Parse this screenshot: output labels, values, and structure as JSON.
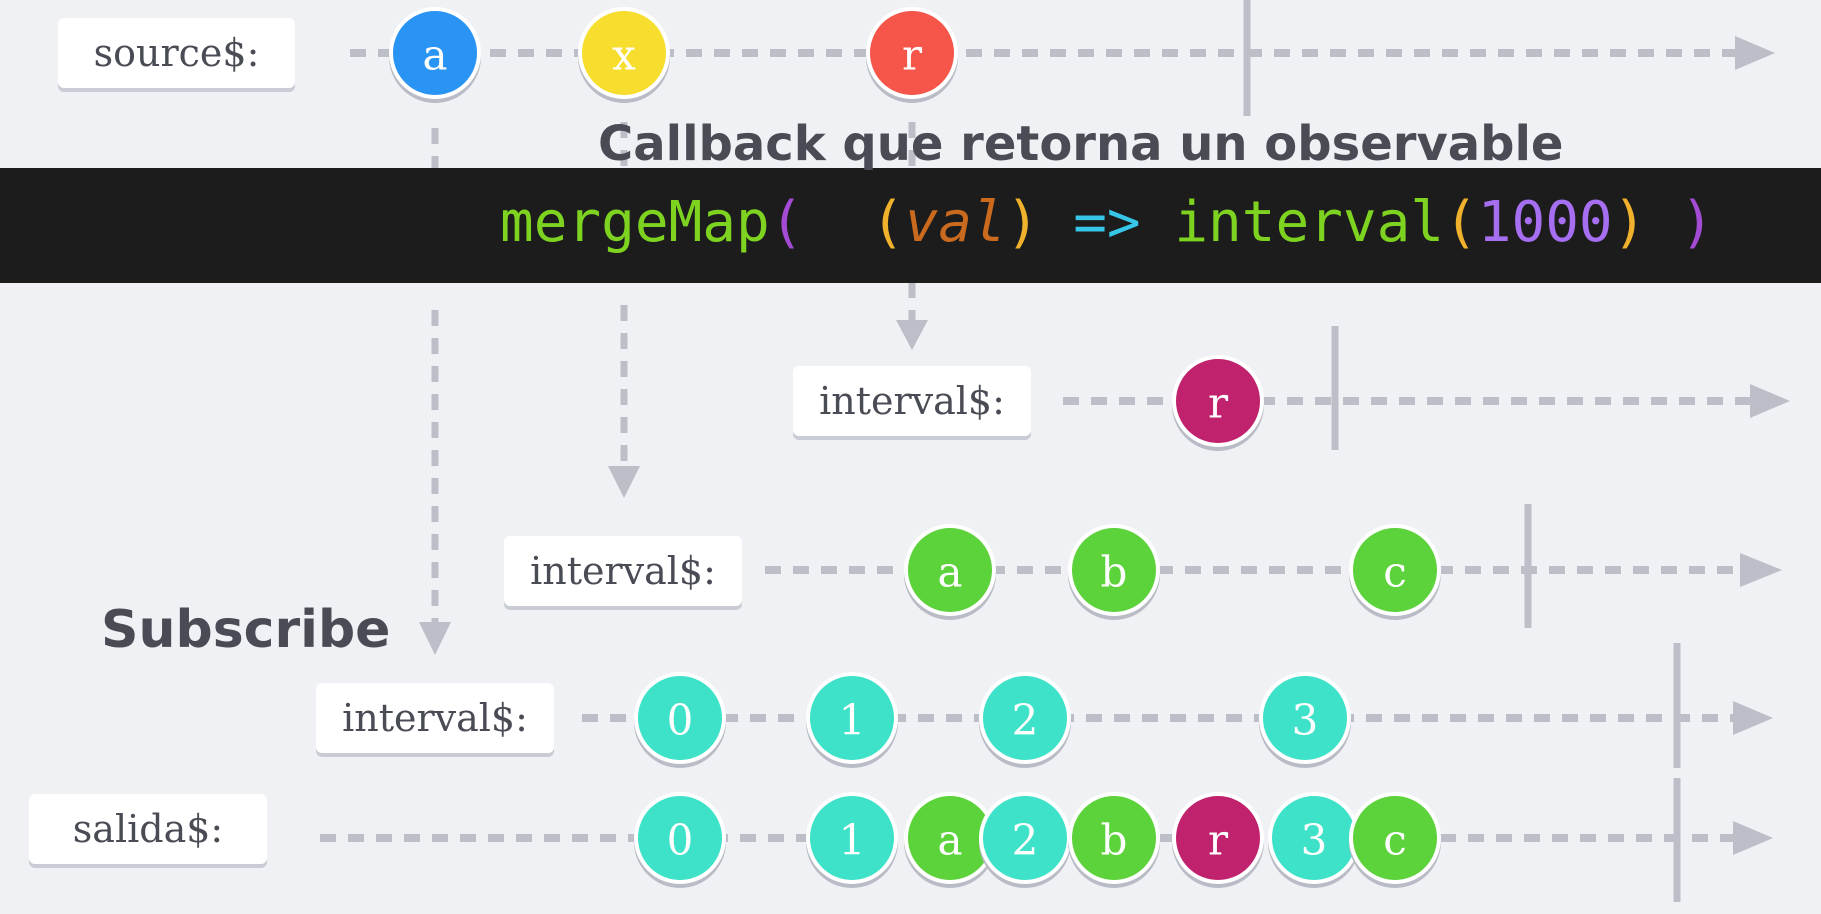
{
  "colors": {
    "background": "#eff1f4",
    "line": "#bcbec8",
    "blue": "#2b94f4",
    "yellow": "#f7dd2d",
    "red": "#f5574a",
    "magenta": "#c1246e",
    "green": "#5cd23a",
    "teal": "#3ee2c9",
    "code_bg": "#1c1c1c"
  },
  "headings": {
    "callback": "Callback que retorna un observable",
    "subscribe": "Subscribe"
  },
  "code": {
    "fn": "mergeMap",
    "paren_open": "(",
    "arg_open": "(",
    "arg": "val",
    "arg_close": ")",
    "arrow": "=>",
    "inner_fn": "interval",
    "inner_open": "(",
    "inner_arg": "1000",
    "inner_close": ")",
    "paren_close": ")"
  },
  "timelines": [
    {
      "id": "source",
      "label": "source$:",
      "marbles": [
        {
          "text": "a",
          "color": "blue"
        },
        {
          "text": "x",
          "color": "yellow"
        },
        {
          "text": "r",
          "color": "red"
        }
      ]
    },
    {
      "id": "interval-r",
      "label": "interval$:",
      "marbles": [
        {
          "text": "r",
          "color": "magenta"
        }
      ]
    },
    {
      "id": "interval-x",
      "label": "interval$:",
      "marbles": [
        {
          "text": "a",
          "color": "green"
        },
        {
          "text": "b",
          "color": "green"
        },
        {
          "text": "c",
          "color": "green"
        }
      ]
    },
    {
      "id": "interval-a",
      "label": "interval$:",
      "marbles": [
        {
          "text": "0",
          "color": "teal"
        },
        {
          "text": "1",
          "color": "teal"
        },
        {
          "text": "2",
          "color": "teal"
        },
        {
          "text": "3",
          "color": "teal"
        }
      ]
    },
    {
      "id": "output",
      "label": "salida$:",
      "marbles": [
        {
          "text": "0",
          "color": "teal"
        },
        {
          "text": "1",
          "color": "teal"
        },
        {
          "text": "a",
          "color": "green"
        },
        {
          "text": "2",
          "color": "teal"
        },
        {
          "text": "b",
          "color": "green"
        },
        {
          "text": "r",
          "color": "magenta"
        },
        {
          "text": "3",
          "color": "teal"
        },
        {
          "text": "c",
          "color": "green"
        }
      ]
    }
  ]
}
